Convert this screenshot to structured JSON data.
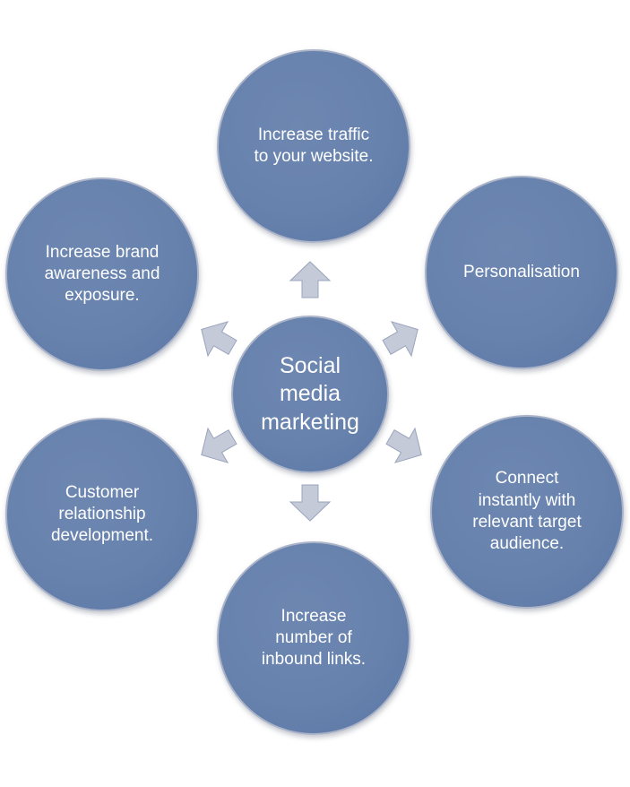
{
  "diagram": {
    "center": {
      "label": "Social\nmedia\nmarketing"
    },
    "nodes": [
      {
        "id": "top",
        "label": "Increase traffic\nto your website."
      },
      {
        "id": "upper-right",
        "label": "Personalisation"
      },
      {
        "id": "lower-right",
        "label": "Connect\ninstantly with\nrelevant target\naudience."
      },
      {
        "id": "bottom",
        "label": "Increase\nnumber of\ninbound links."
      },
      {
        "id": "lower-left",
        "label": "Customer\nrelationship\ndevelopment."
      },
      {
        "id": "upper-left",
        "label": "Increase brand\nawareness and\nexposure."
      }
    ],
    "colors": {
      "circle_fill": "#6782ad",
      "circle_border": "#aab3c8",
      "arrow_fill": "#c5cad9",
      "arrow_stroke": "#9aa4bc",
      "text": "#ffffff"
    }
  }
}
